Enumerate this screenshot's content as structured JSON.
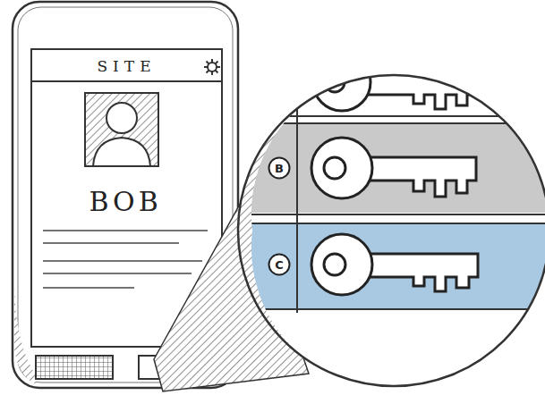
{
  "diagram": {
    "nodes": [
      {
        "text": [
          "SITE"
        ]
      },
      {
        "text": [
          "B"
        ]
      },
      {
        "text": [
          "C"
        ]
      }
    ],
    "labels": [
      "BOB"
    ]
  }
}
